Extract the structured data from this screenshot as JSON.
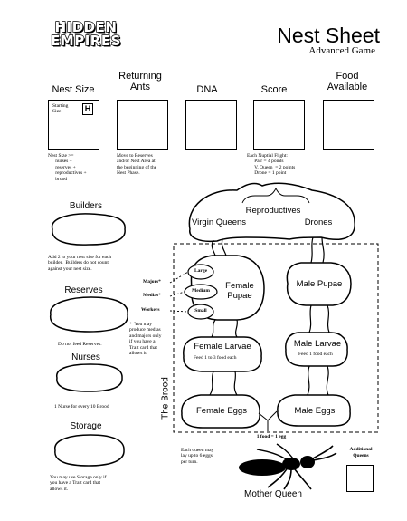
{
  "logo": {
    "line1": "HIDDEN",
    "line2": "EMPIRES"
  },
  "title": "Nest Sheet",
  "subtitle": "Advanced Game",
  "columns": {
    "nest_size": "Nest Size",
    "returning_ants": "Returning\nAnts",
    "dna": "DNA",
    "score": "Score",
    "food": "Food\nAvailable"
  },
  "starting_size": {
    "label": "Starting\nSize",
    "value": "H"
  },
  "notes": {
    "nest_size": "Nest Size >=\n      nurses +\n      reserves +\n      reproductives +\n      brood",
    "returning": "Move to Reserves\nand/or Nest Area at\nthe beginning of the\nNest Phase.",
    "score": "Each Nuptial Flight:\n      Pair = 4 points\n      V. Queen  = 2 points\n      Drone = 1 point",
    "builders": "Add 2 to your nest size for each\nbuilder.  Builders do not count\nagainst your nest size.",
    "reserves": "Do not feed Reserves.",
    "nurses": "1 Nurse for every 10 Brood",
    "storage": "You may use Storage only if\nyou have a Trait card that\nallows it.",
    "produce": "*  You may\nproduce medias\nand majors only\nif you have a\nTrait card that\nallows it.",
    "queen_eggs": "Each queen may\nlay up to 6 eggs\nper turn.",
    "female_larvae_feed": "Feed 1 to 3 food each",
    "male_larvae_feed": "Feed 1 food each",
    "egg_food": "1 food = 1 egg"
  },
  "sections": {
    "builders": "Builders",
    "reserves": "Reserves",
    "nurses": "Nurses",
    "storage": "Storage"
  },
  "chambers": {
    "reproductives": "Reproductives",
    "virgin_queens": "Virgin Queens",
    "drones": "Drones",
    "female_pupae": "Female\nPupae",
    "male_pupae": "Male Pupae",
    "female_larvae": "Female Larvae",
    "male_larvae": "Male Larvae",
    "female_eggs": "Female Eggs",
    "male_eggs": "Male Eggs",
    "large": "Large",
    "medium": "Medium",
    "small": "Small"
  },
  "castes": {
    "majors": "Majors*",
    "medias": "Medias*",
    "workers": "Workers"
  },
  "brood_label": "The Brood",
  "mother_queen": "Mother Queen",
  "additional_queens": "Additional\nQueens"
}
